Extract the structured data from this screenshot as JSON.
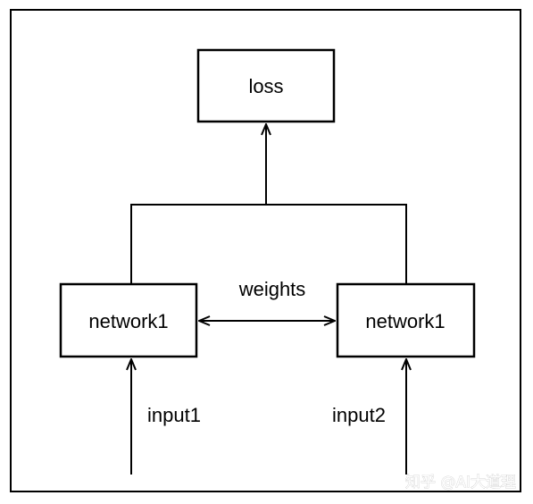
{
  "nodes": {
    "loss": {
      "label": "loss"
    },
    "network_left": {
      "label": "network1"
    },
    "network_right": {
      "label": "network1"
    }
  },
  "edges": {
    "shared_weights": {
      "label": "weights"
    },
    "input_left": {
      "label": "input1"
    },
    "input_right": {
      "label": "input2"
    }
  },
  "watermark": {
    "text": "知乎 @AI大道理"
  },
  "colors": {
    "stroke": "#000000",
    "background": "#ffffff",
    "watermark": "#c8c8c8"
  }
}
